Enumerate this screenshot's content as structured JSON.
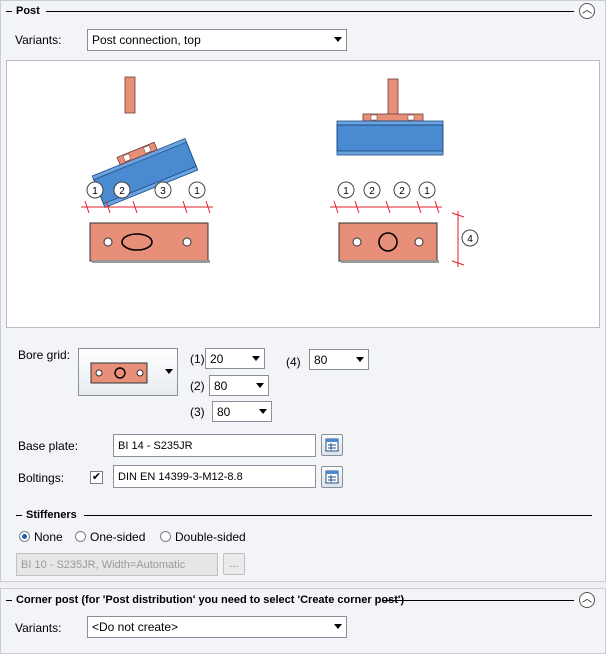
{
  "post": {
    "title": "Post",
    "variants_label": "Variants:",
    "variants_value": "Post connection, top",
    "bore_grid_label": "Bore grid:",
    "bore": {
      "p1_label": "(1)",
      "p1_value": "20",
      "p2_label": "(2)",
      "p2_value": "80",
      "p3_label": "(3)",
      "p3_value": "80",
      "p4_label": "(4)",
      "p4_value": "80"
    },
    "base_plate_label": "Base plate:",
    "base_plate_value": "BI 14 - S235JR",
    "boltings_label": "Boltings:",
    "boltings_checked": "✔",
    "boltings_value": "DIN EN 14399-3-M12-8.8",
    "stiffeners": {
      "title": "Stiffeners",
      "options": [
        "None",
        "One-sided",
        "Double-sided"
      ],
      "selected": "None",
      "value": "BI 10 - S235JR, Width=Automatic",
      "browse_label": "..."
    },
    "diagram": {
      "left_markers": [
        "1",
        "2",
        "3",
        "1"
      ],
      "right_markers": [
        "1",
        "2",
        "2",
        "1"
      ],
      "side_marker": "4"
    }
  },
  "corner": {
    "title": "Corner post (for 'Post distribution' you need to select 'Create corner post')",
    "variants_label": "Variants:",
    "variants_value": "<Do not create>"
  },
  "icons": {
    "collapse": "collapse-up-icon",
    "browse": "catalog-browse-icon"
  },
  "colors": {
    "plate": "#e88f7a",
    "beam": "#4a8ad0",
    "dim": "#e0202b",
    "accent": "#1a5fb4"
  }
}
